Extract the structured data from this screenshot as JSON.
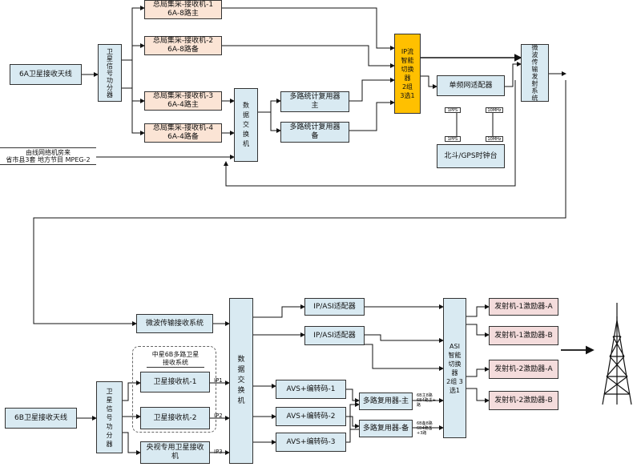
{
  "top": {
    "antenna_6a": "6A卫星接收天线",
    "amp_top": "卫\n星\n信\n号\n功\n分\n器",
    "rx_6a8_main": "总局集采-接收机-1\n6A-8路主",
    "rx_6a8_backup": "总局集采-接收机-2\n6A-8路备",
    "rx_6a4_main": "总局集采-接收机-3\n6A-4路主",
    "rx_6a4_backup": "总局集采-接收机-4\n6A-4路备",
    "fiber_source": "由线网络机房来\n省市县3套 地方节目 MPEG-2",
    "switch_top": "数\n据\n交\n换\n机",
    "mux_main": "多路统计复用器\n主",
    "mux_backup": "多路统计复用器\n备",
    "ip_switcher": "IP流\n智能\n切换\n器\n2组\n3选1",
    "sfn_adapter": "单频网适配器",
    "mw_tx": "微\n波\n传\n输\n发\n射\n系\n统",
    "beidou": "北斗/GPS时钟台",
    "sig_1pps_a": "1PPS",
    "sig_10mhz_a": "10MHz",
    "sig_1pps_b": "1PPS",
    "sig_10mhz_b": "10MHz"
  },
  "bottom": {
    "mw_rx": "微波传输接收系统",
    "antenna_6b": "6B卫星接收天线",
    "amp_bottom": "卫\n星\n信\n号\n功\n分\n器",
    "group_title": "中星6B多路卫星\n接收系统",
    "rx_1": "卫星接收机-1",
    "rx_2": "卫星接收机-2",
    "rx_cctv": "央视专用卫星接收\n机",
    "ip1": "IP1",
    "ip2": "IP2",
    "ip3": "IP3",
    "switch_bottom": "数\n据\n交\n换\n机",
    "ip_asi_1": "IP/ASI适配器",
    "ip_asi_2": "IP/ASI适配器",
    "avs_1": "AVS+编转码-1",
    "avs_2": "AVS+编转码-2",
    "avs_3": "AVS+编转码-3",
    "mux_main": "多路复用器-主",
    "mux_backup": "多路复用器-备",
    "mux_note_main": "6B主8路\n6B4路主+\n路",
    "mux_note_backup": "6B备8路\n6B4路备\n+3路",
    "asi_switcher": "ASI\n智能\n切换\n器\n2组 3\n选1",
    "tx1_a": "发射机-1激励器-A",
    "tx1_b": "发射机-1激励器-B",
    "tx2_a": "发射机-2激励器-A",
    "tx2_b": "发射机-2激励器-B"
  },
  "icons": {
    "tower": "transmission-tower-icon"
  }
}
